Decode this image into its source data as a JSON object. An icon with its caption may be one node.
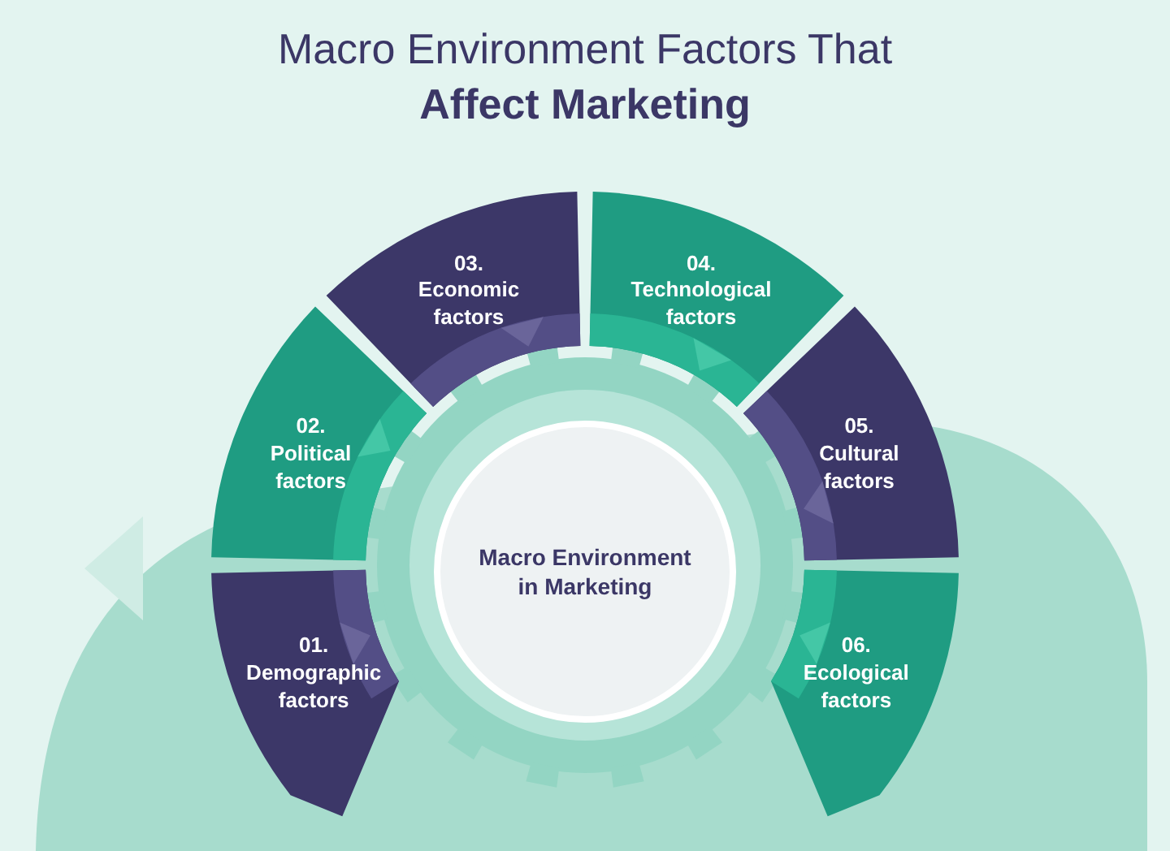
{
  "diagram": {
    "title": "Macro Environment Factors That **Affect Marketing**",
    "nodes": [
      {
        "text": [
          "Macro Environment in Marketing"
        ]
      },
      {
        "text": [
          "01.",
          "Demographic factors"
        ]
      },
      {
        "text": [
          "02.",
          "Political factors"
        ]
      },
      {
        "text": [
          "03.",
          "Economic factors"
        ]
      },
      {
        "text": [
          "04.",
          "Technological factors"
        ]
      },
      {
        "text": [
          "05.",
          "Cultural factors"
        ]
      },
      {
        "text": [
          "06.",
          "Ecological factors"
        ]
      }
    ]
  }
}
